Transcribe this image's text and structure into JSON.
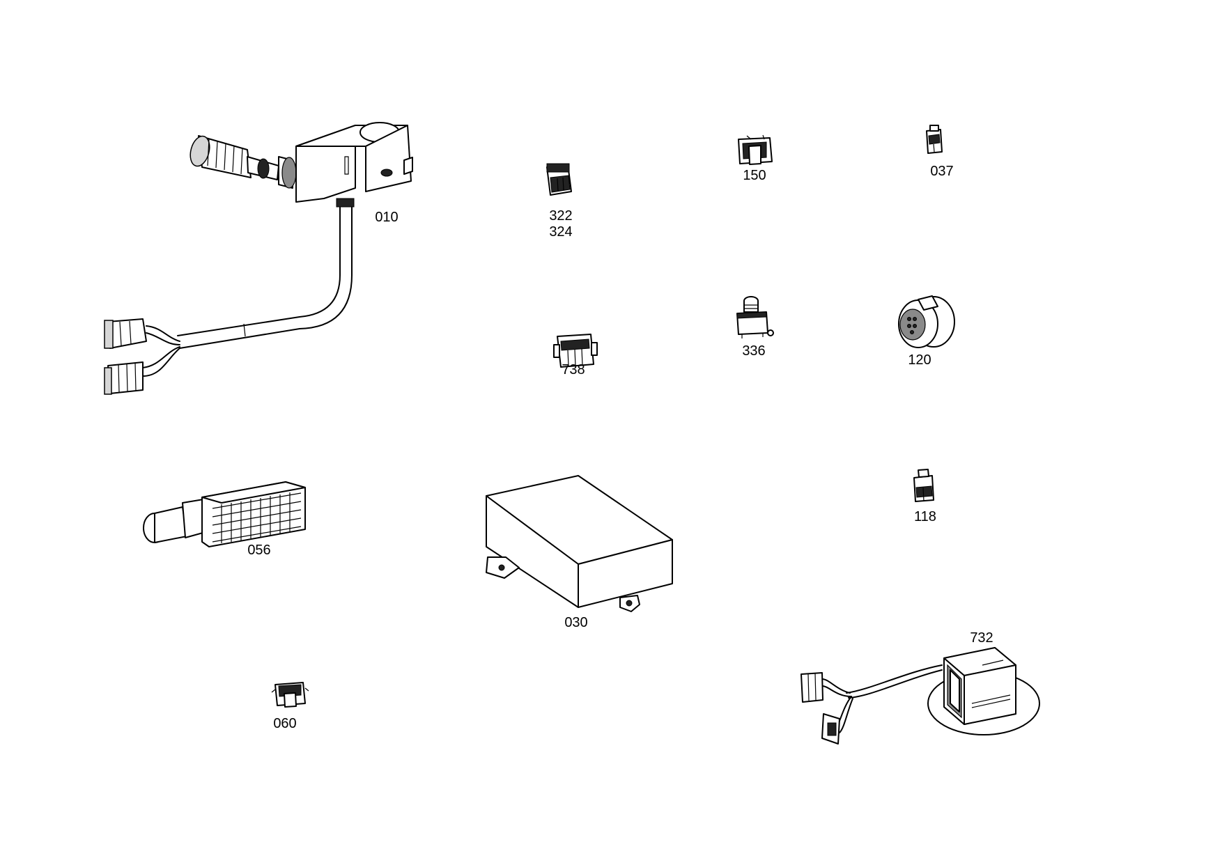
{
  "parts": [
    {
      "id": "010",
      "icon": "joystick-lever-icon"
    },
    {
      "id": "322",
      "icon": "relay-connector-icon"
    },
    {
      "id": "324",
      "icon": "relay-connector-icon"
    },
    {
      "id": "150",
      "icon": "relay-socket-icon"
    },
    {
      "id": "037",
      "icon": "small-connector-icon"
    },
    {
      "id": "738",
      "icon": "multipin-connector-icon"
    },
    {
      "id": "336",
      "icon": "push-button-switch-icon"
    },
    {
      "id": "120",
      "icon": "round-connector-icon"
    },
    {
      "id": "056",
      "icon": "multipin-plug-icon"
    },
    {
      "id": "030",
      "icon": "control-unit-box-icon"
    },
    {
      "id": "118",
      "icon": "small-connector-icon"
    },
    {
      "id": "060",
      "icon": "small-socket-icon"
    },
    {
      "id": "732",
      "icon": "display-monitor-icon"
    }
  ]
}
